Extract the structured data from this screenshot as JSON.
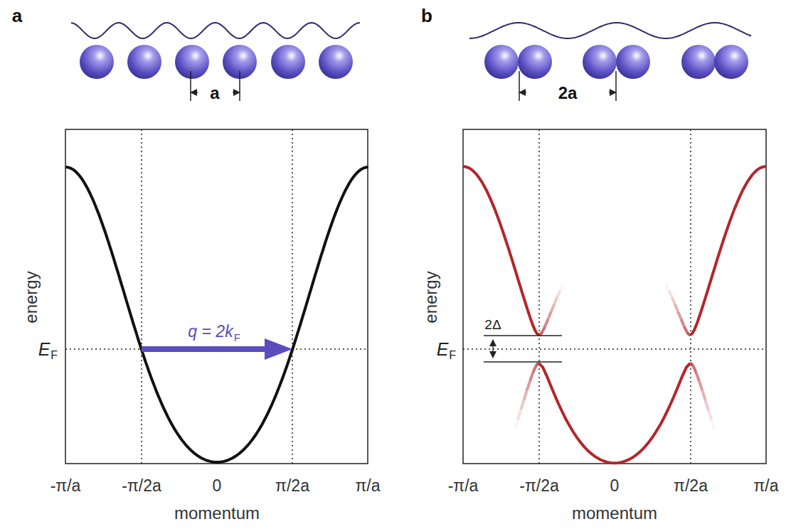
{
  "diagram": {
    "labels": [
      "a",
      "b",
      "a",
      "2a",
      "energy",
      "energy",
      "E",
      "F",
      "E",
      "F",
      "q = 2k",
      "F",
      "2Δ",
      "-π/a",
      "-π/2a",
      "0",
      "π/2a",
      "π/a",
      "-π/a",
      "-π/2a",
      "0",
      "π/2a",
      "π/a",
      "momentum",
      "momentum"
    ]
  }
}
